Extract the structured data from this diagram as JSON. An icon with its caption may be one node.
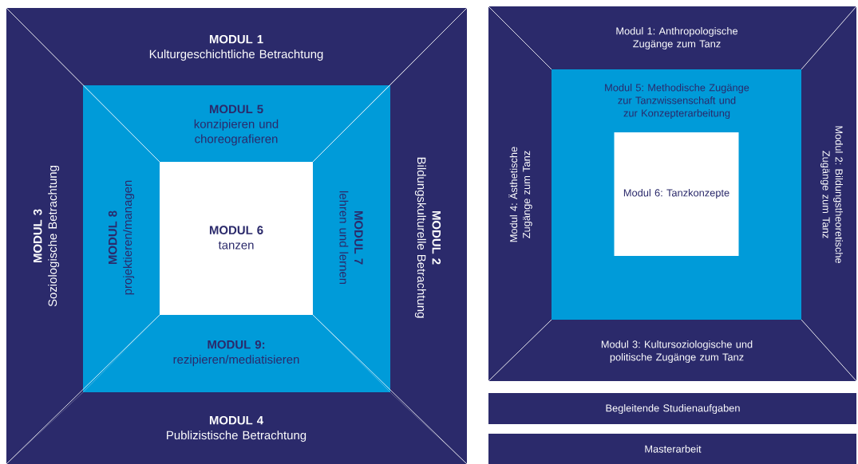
{
  "diagram": {
    "nodes": [
      {
        "text": [
          "MODUL 1",
          "Kulturgeschichtliche Betrachtung"
        ]
      },
      {
        "text": [
          "MODUL 3",
          "Soziologische Betrachtung"
        ]
      },
      {
        "text": [
          "MODUL 5",
          "konzipieren und choreografieren"
        ]
      },
      {
        "text": [
          "MODUL 8",
          "projektieren/managen"
        ]
      },
      {
        "text": [
          "MODUL 6",
          "tanzen"
        ]
      },
      {
        "text": [
          "MODUL 7",
          "lehren und lernen"
        ]
      },
      {
        "text": [
          "MODUL 9:",
          "rezipieren/mediatisieren"
        ]
      },
      {
        "text": [
          "MODUL 2",
          "Bildungskulturelle Betrachtung"
        ]
      },
      {
        "text": [
          "MODUL 4",
          "Publizistische Betrachtung"
        ]
      },
      {
        "text": [
          "Modul 1: Anthropologische Zugänge zum Tanz"
        ]
      },
      {
        "text": [
          "Modul 4: Ästhetische Zugänge zum Tanz"
        ]
      },
      {
        "text": [
          "Modul 5: Methodische Zugänge zur Tanzwissenschaft und zur Konzepterarbeitung"
        ]
      },
      {
        "text": [
          "Modul 6: Tanzkonzepte"
        ],
        "in": 11
      },
      {
        "text": [
          "Modul 2: Bildungstheoretische Zugänge zum Tanz"
        ]
      },
      {
        "text": [
          "Modul 3: Kultursoziologische und politische Zugänge zum Tanz"
        ]
      },
      {
        "text": [
          "Begleitende Studienaufgaben"
        ]
      },
      {
        "text": [
          "Masterarbeit"
        ]
      }
    ]
  }
}
